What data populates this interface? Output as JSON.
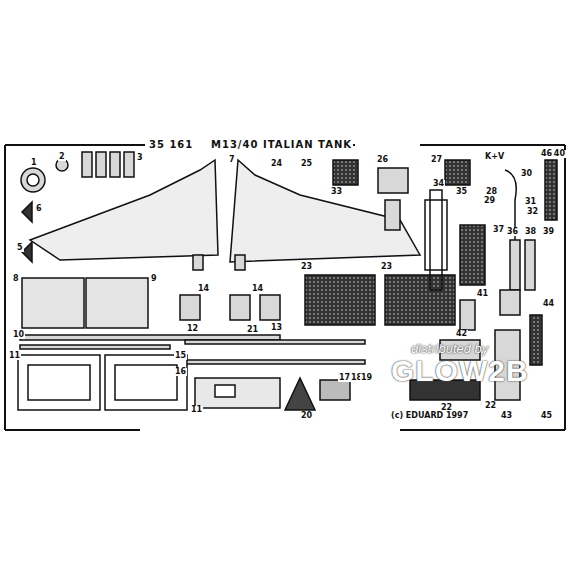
{
  "diagram": {
    "labels": [
      "35 161",
      "M13/40 ITALIAN TANK",
      "1",
      "2",
      "3",
      "6",
      "5",
      "7",
      "8",
      "9",
      "10",
      "11",
      "11",
      "12",
      "13",
      "14",
      "14",
      "15",
      "16",
      "17",
      "18",
      "19",
      "20",
      "21",
      "22",
      "22",
      "23",
      "23",
      "24",
      "25",
      "26",
      "27",
      "28",
      "29",
      "30",
      "31",
      "32",
      "33",
      "34",
      "35",
      "36",
      "37",
      "38",
      "39",
      "40",
      "41",
      "42",
      "43",
      "44",
      "45",
      "46",
      "K+V",
      "(c) EDUARD 1997",
      "distributed by",
      "GLOW2B"
    ]
  }
}
